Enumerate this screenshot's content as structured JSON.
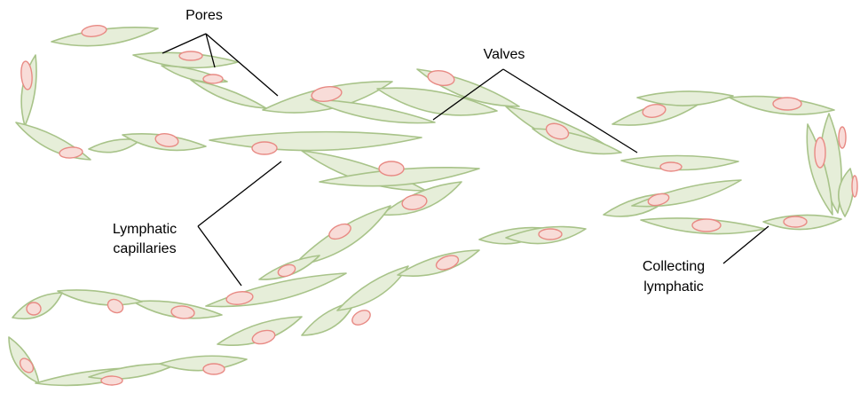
{
  "labels": {
    "pores": "Pores",
    "valves": "Valves",
    "lymphatic_capillaries_line1": "Lymphatic",
    "lymphatic_capillaries_line2": "capillaries",
    "collecting_lymphatic_line1": "Collecting",
    "collecting_lymphatic_line2": "lymphatic"
  },
  "colors": {
    "cell_fill": "#e6eed9",
    "cell_stroke": "#a8c389",
    "nucleus_fill": "#f8dcd8",
    "nucleus_stroke": "#e88a84",
    "leader_line": "#000000"
  }
}
